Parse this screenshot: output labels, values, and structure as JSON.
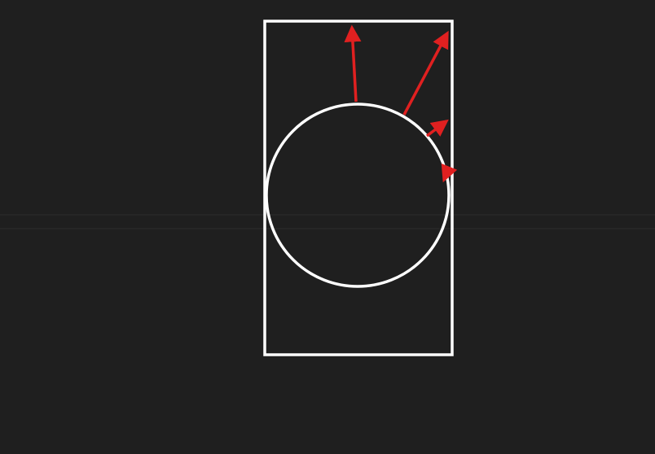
{
  "diagram": {
    "background_color": "#1f1f1f",
    "outline_color": "#ffffff",
    "arrow_color": "#e02020",
    "guide_line_color": "#2c2c2c",
    "elements": [
      "rectangle",
      "circle",
      "arrow",
      "arrow",
      "arrow",
      "arrow",
      "guide-line",
      "guide-line"
    ]
  }
}
